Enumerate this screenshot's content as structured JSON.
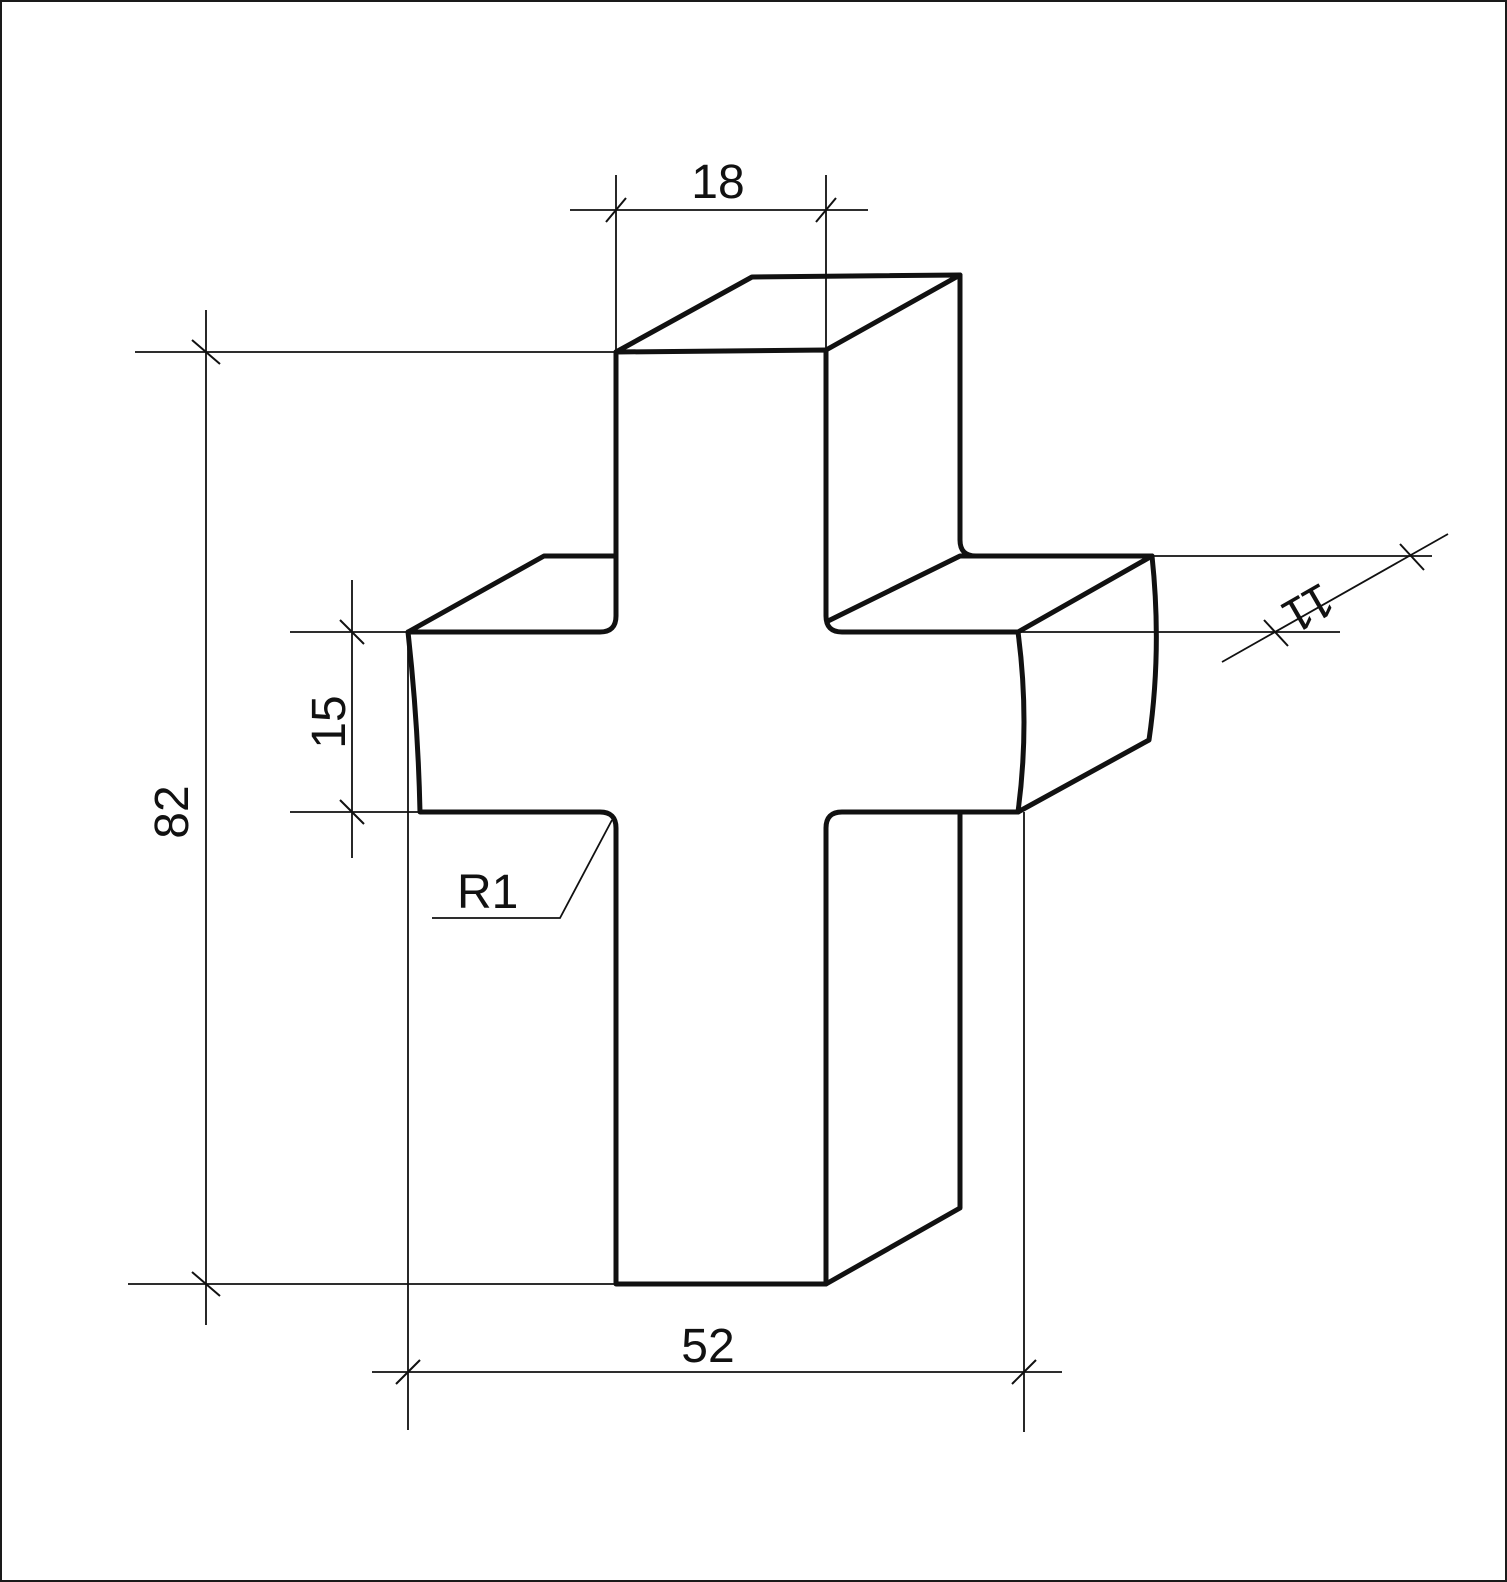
{
  "dimensions": {
    "top_width": "18",
    "total_height": "82",
    "arm_height": "15",
    "depth": "11",
    "total_width": "52",
    "fillet_radius": "R1"
  }
}
